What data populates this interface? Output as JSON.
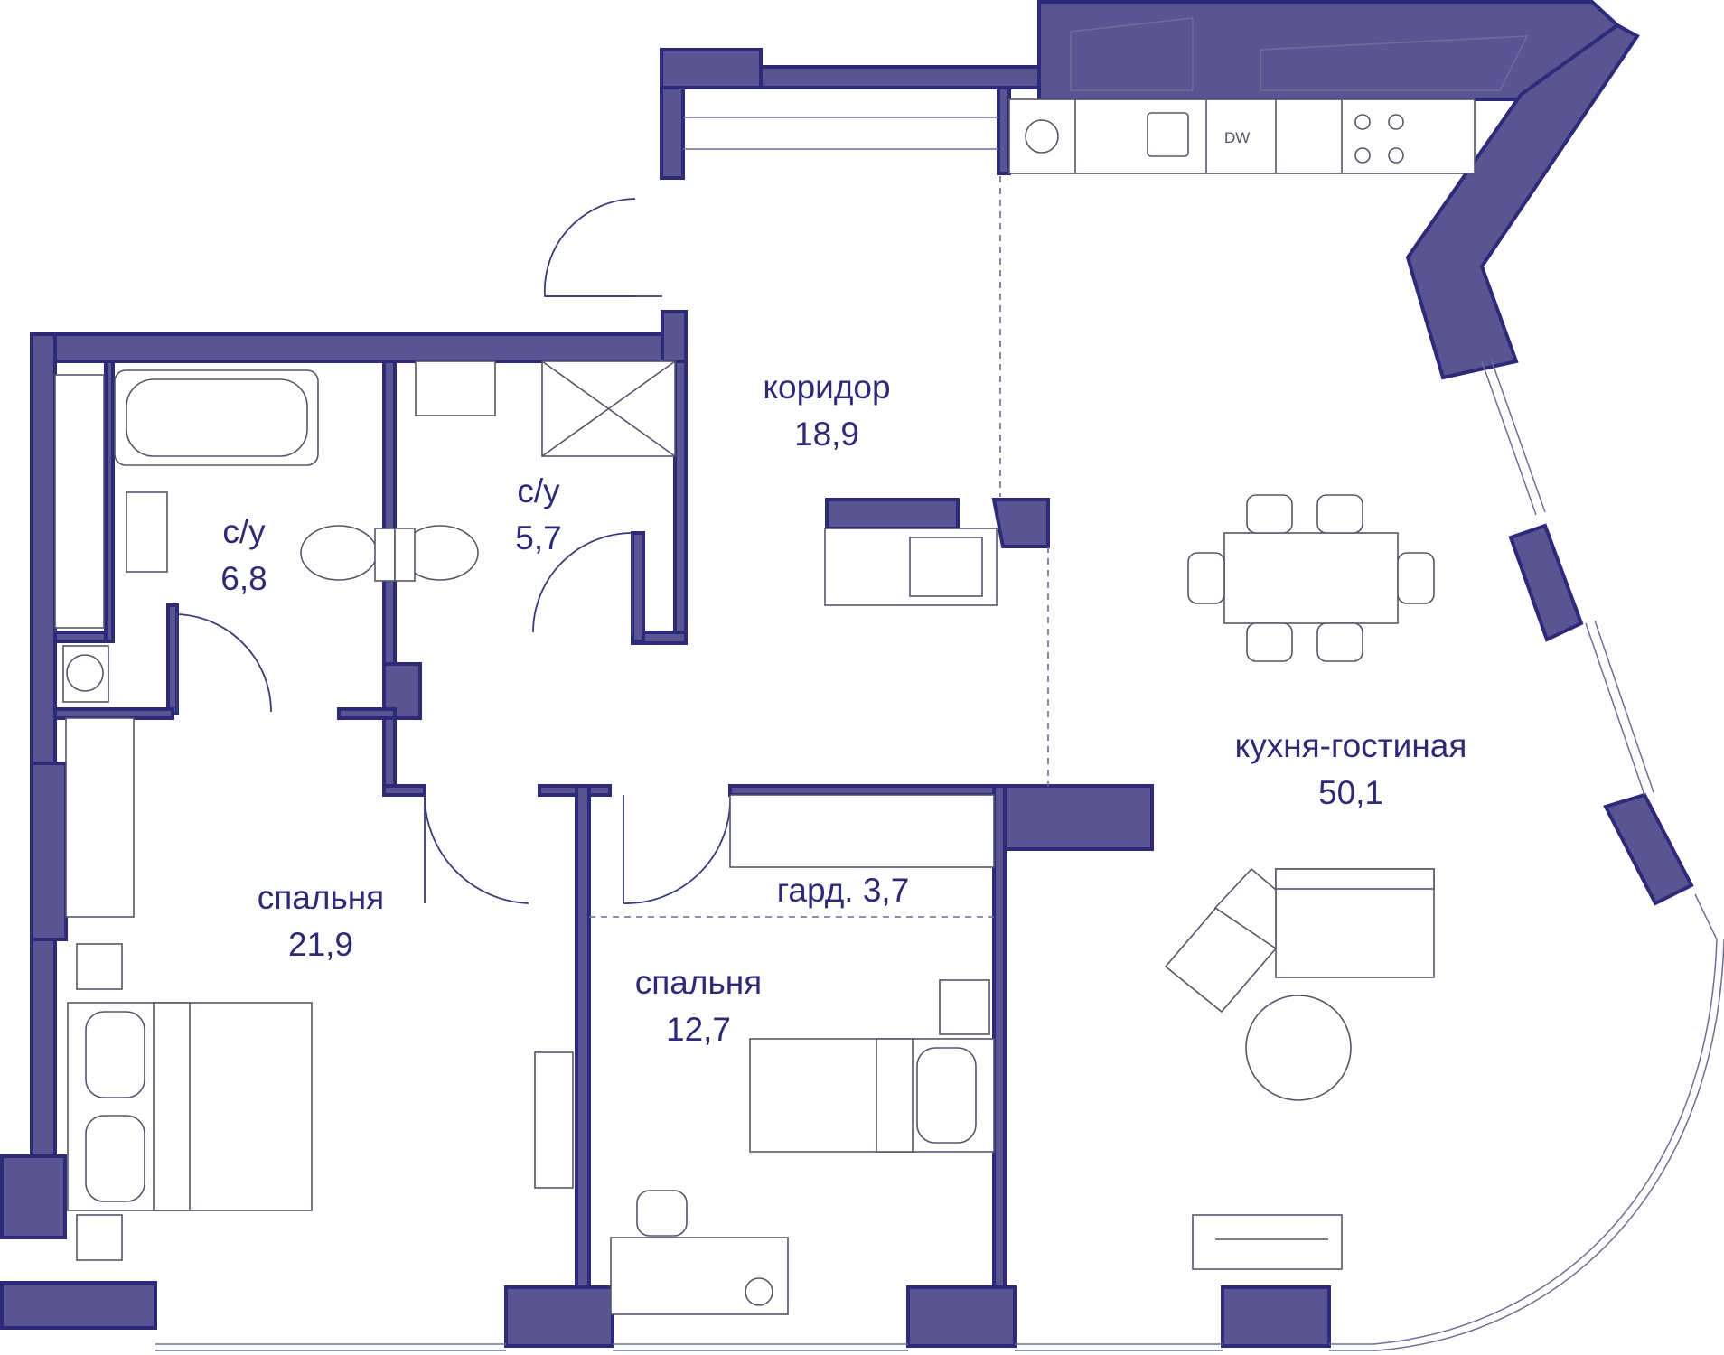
{
  "rooms": [
    {
      "name": "коридор",
      "area": "18,9"
    },
    {
      "name": "с/у",
      "area": "6,8"
    },
    {
      "name": "с/у",
      "area": "5,7"
    },
    {
      "name": "кухня-гостиная",
      "area": "50,1"
    },
    {
      "name": "спальня",
      "area": "21,9"
    },
    {
      "name": "спальня",
      "area": "12,7"
    }
  ],
  "wardrobe_label": "гард. 3,7",
  "appliance_label": "DW",
  "colors": {
    "wall_fill": "#5a5592",
    "wall_stroke": "#2e2a7a",
    "label": "#2e2a78",
    "furniture": "#55556a"
  }
}
